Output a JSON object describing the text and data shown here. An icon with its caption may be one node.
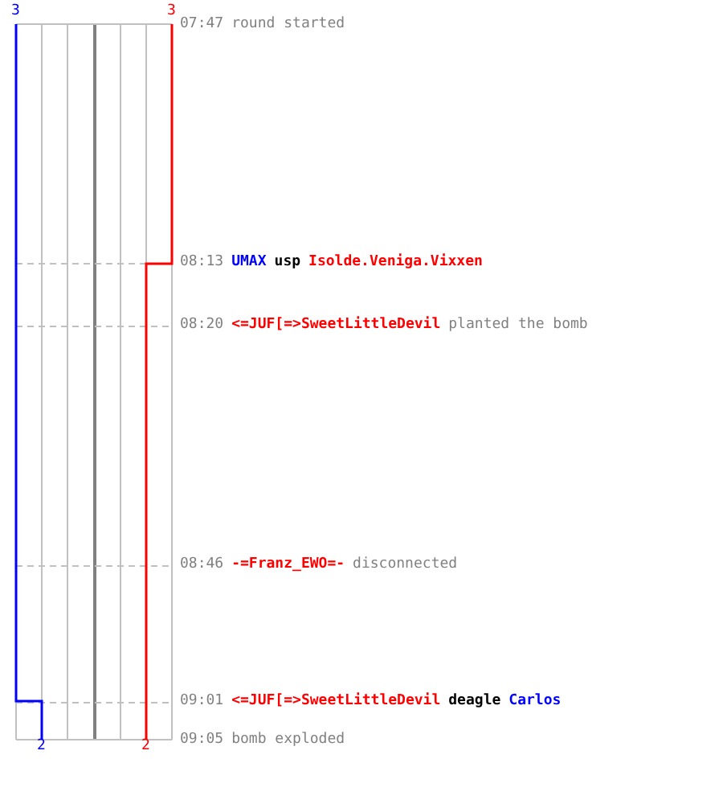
{
  "diagram": {
    "labels": [
      "3",
      "3",
      "07:47",
      "round started",
      "08:13",
      "UMAX",
      "usp",
      "Isolde.Veniga.Vixxen",
      "08:20",
      "<=JUF[=>SweetLittleDevil",
      "planted the bomb",
      "08:46",
      "-=Franz_EWO=-",
      "disconnected",
      "09:01",
      "<=JUF[=>SweetLittleDevil",
      "deagle",
      "Carlos",
      "2",
      "2",
      "09:05",
      "bomb exploded"
    ]
  }
}
